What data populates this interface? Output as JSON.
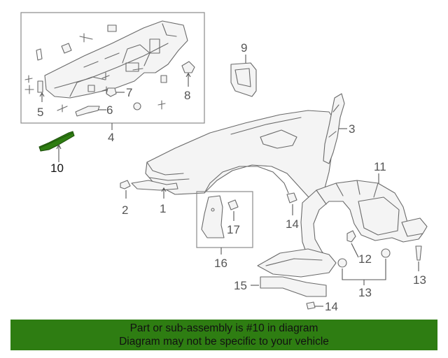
{
  "callouts": {
    "c1": "1",
    "c2": "2",
    "c3": "3",
    "c4": "4",
    "c5": "5",
    "c6": "6",
    "c7": "7",
    "c8": "8",
    "c9": "9",
    "c10": "10",
    "c11": "11",
    "c12": "12",
    "c13a": "13",
    "c13b": "13",
    "c14a": "14",
    "c14b": "14",
    "c15": "15",
    "c16": "16",
    "c17": "17"
  },
  "highlight_part": "10",
  "colors": {
    "highlight": "#2e7d12",
    "banner": "#2e7d12",
    "line": "#6a6a6a"
  },
  "banner": {
    "line1": "Part or sub-assembly is #10 in diagram",
    "line2": "Diagram may not be specific to your vehicle"
  }
}
